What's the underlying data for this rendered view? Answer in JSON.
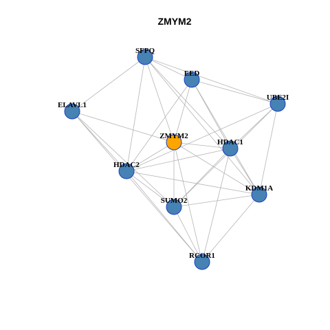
{
  "title": "ZMYM2",
  "colors": {
    "default_node": "#4682b4",
    "highlight_node": "#ffa500",
    "node_border": "#1a3fbf",
    "edge": "#b4b4b4"
  },
  "nodes": [
    {
      "id": "SFPQ",
      "label": "SFPQ",
      "highlight": false
    },
    {
      "id": "EED",
      "label": "EED",
      "highlight": false
    },
    {
      "id": "UBE2I",
      "label": "UBE2I",
      "highlight": false
    },
    {
      "id": "ELAVL1",
      "label": "ELAVL1",
      "highlight": false
    },
    {
      "id": "ZMYM2",
      "label": "ZMYM2",
      "highlight": true
    },
    {
      "id": "HDAC1",
      "label": "HDAC1",
      "highlight": false
    },
    {
      "id": "HDAC2",
      "label": "HDAC2",
      "highlight": false
    },
    {
      "id": "KDM1A",
      "label": "KDM1A",
      "highlight": false
    },
    {
      "id": "SUMO2",
      "label": "SUMO2",
      "highlight": false
    },
    {
      "id": "RCOR1",
      "label": "RCOR1",
      "highlight": false
    }
  ],
  "edges": [
    [
      "SFPQ",
      "EED"
    ],
    [
      "SFPQ",
      "ELAVL1"
    ],
    [
      "SFPQ",
      "ZMYM2"
    ],
    [
      "SFPQ",
      "HDAC1"
    ],
    [
      "SFPQ",
      "HDAC2"
    ],
    [
      "SFPQ",
      "KDM1A"
    ],
    [
      "SFPQ",
      "UBE2I"
    ],
    [
      "EED",
      "UBE2I"
    ],
    [
      "EED",
      "ZMYM2"
    ],
    [
      "EED",
      "HDAC1"
    ],
    [
      "EED",
      "HDAC2"
    ],
    [
      "EED",
      "KDM1A"
    ],
    [
      "UBE2I",
      "HDAC1"
    ],
    [
      "UBE2I",
      "KDM1A"
    ],
    [
      "UBE2I",
      "SUMO2"
    ],
    [
      "UBE2I",
      "HDAC2"
    ],
    [
      "ELAVL1",
      "ZMYM2"
    ],
    [
      "ELAVL1",
      "HDAC2"
    ],
    [
      "ELAVL1",
      "SUMO2"
    ],
    [
      "ELAVL1",
      "RCOR1"
    ],
    [
      "ZMYM2",
      "HDAC1"
    ],
    [
      "ZMYM2",
      "HDAC2"
    ],
    [
      "ZMYM2",
      "SUMO2"
    ],
    [
      "ZMYM2",
      "KDM1A"
    ],
    [
      "ZMYM2",
      "RCOR1"
    ],
    [
      "HDAC1",
      "HDAC2"
    ],
    [
      "HDAC1",
      "KDM1A"
    ],
    [
      "HDAC1",
      "SUMO2"
    ],
    [
      "HDAC1",
      "RCOR1"
    ],
    [
      "HDAC2",
      "SUMO2"
    ],
    [
      "HDAC2",
      "KDM1A"
    ],
    [
      "HDAC2",
      "RCOR1"
    ],
    [
      "KDM1A",
      "SUMO2"
    ],
    [
      "KDM1A",
      "RCOR1"
    ],
    [
      "SUMO2",
      "RCOR1"
    ]
  ]
}
